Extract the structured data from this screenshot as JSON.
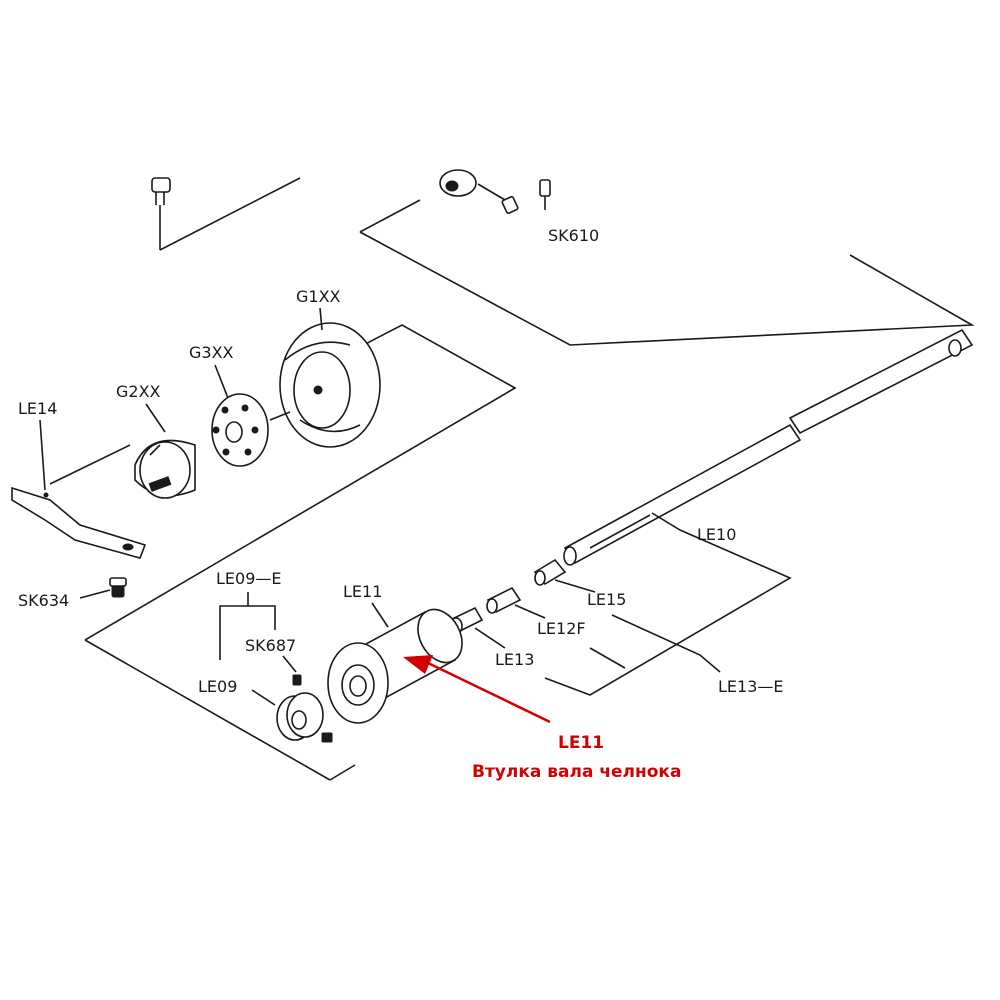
{
  "parts": {
    "sk610": "SK610",
    "g1xx": "G1XX",
    "g3xx": "G3XX",
    "g2xx": "G2XX",
    "le14": "LE14",
    "sk634": "SK634",
    "le10": "LE10",
    "le15": "LE15",
    "le12f": "LE12F",
    "le13": "LE13",
    "le13e": "LE13—E",
    "le11": "LE11",
    "le09e": "LE09—E",
    "sk687": "SK687",
    "le09": "LE09"
  },
  "callout": {
    "code": "LE11",
    "description": "Втулка вала челнока",
    "color": "#d40000"
  }
}
